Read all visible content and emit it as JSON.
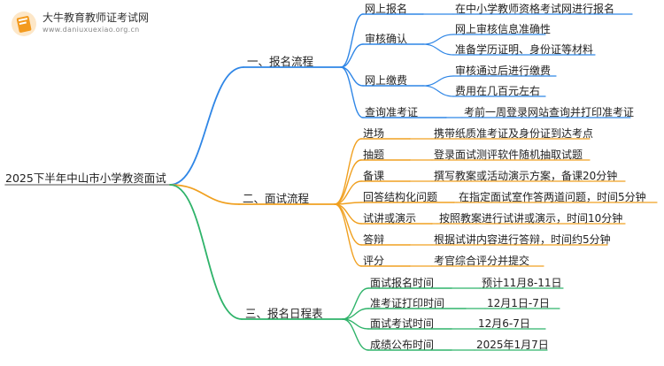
{
  "watermark": {
    "title": "大牛教育教师证考试网",
    "url": "www.daniuxuexiao.org.cn",
    "icon": "book-logo-icon"
  },
  "root": "2025下半年中山市小学教资面试",
  "colors": {
    "blue": "#2f86e6",
    "orange": "#f0a020",
    "green": "#2fb36a",
    "root_line": "#888888"
  },
  "branches": [
    {
      "label": "一、报名流程",
      "color": "blue",
      "children": [
        {
          "label": "网上报名",
          "items": [
            "在中小学教师资格考试网进行报名"
          ]
        },
        {
          "label": "审核确认",
          "items": [
            "网上审核信息准确性",
            "准备学历证明、身份证等材料"
          ]
        },
        {
          "label": "网上缴费",
          "items": [
            "审核通过后进行缴费",
            "费用在几百元左右"
          ]
        },
        {
          "label": "查询准考证",
          "items": [
            "考前一周登录网站查询并打印准考证"
          ]
        }
      ]
    },
    {
      "label": "二、面试流程",
      "color": "orange",
      "children": [
        {
          "label": "进场",
          "items": [
            "携带纸质准考证及身份证到达考点"
          ]
        },
        {
          "label": "抽题",
          "items": [
            "登录面试测评软件随机抽取试题"
          ]
        },
        {
          "label": "备课",
          "items": [
            "撰写教案或活动演示方案，备课20分钟"
          ]
        },
        {
          "label": "回答结构化问题",
          "items": [
            "在指定面试室作答两道问题，时间5分钟"
          ]
        },
        {
          "label": "试讲或演示",
          "items": [
            "按照教案进行试讲或演示，时间10分钟"
          ]
        },
        {
          "label": "答辩",
          "items": [
            "根据试讲内容进行答辩，时间约5分钟"
          ]
        },
        {
          "label": "评分",
          "items": [
            "考官综合评分并提交"
          ]
        }
      ]
    },
    {
      "label": "三、报名日程表",
      "color": "green",
      "children": [
        {
          "label": "面试报名时间",
          "items": [
            "预计11月8-11日"
          ]
        },
        {
          "label": "准考证打印时间",
          "items": [
            "12月1日-7日"
          ]
        },
        {
          "label": "面试考试时间",
          "items": [
            "12月6-7日"
          ]
        },
        {
          "label": "成绩公布时间",
          "items": [
            "2025年1月7日"
          ]
        }
      ]
    }
  ]
}
